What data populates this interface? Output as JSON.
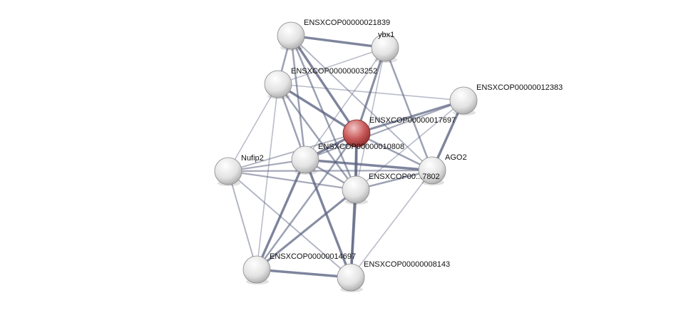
{
  "network": {
    "colors": {
      "edge": "#5a6280",
      "node": "#e6e6e6",
      "query_node": "#c0504d"
    },
    "nodes": [
      {
        "id": "n1",
        "label": "ENSXCOP00000021839"
      },
      {
        "id": "n2",
        "label": "ybx1"
      },
      {
        "id": "n3",
        "label": "ENSXCOP00000003252"
      },
      {
        "id": "n4",
        "label": "ENSXCOP00000012383"
      },
      {
        "id": "n5",
        "label": "ENSXCOP00000017697",
        "query": true
      },
      {
        "id": "n6",
        "label": "ENSXCOP00000010808"
      },
      {
        "id": "n7",
        "label": "Nufip2"
      },
      {
        "id": "n8",
        "label": "AGO2"
      },
      {
        "id": "n9",
        "label": "ENSXCOP00...7802"
      },
      {
        "id": "n10",
        "label": "ENSXCOP00000014697"
      },
      {
        "id": "n11",
        "label": "ENSXCOP00000008143"
      }
    ],
    "edges": [
      [
        "n1",
        "n2",
        0.8
      ],
      [
        "n1",
        "n3",
        0.5
      ],
      [
        "n1",
        "n5",
        0.8
      ],
      [
        "n1",
        "n6",
        0.5
      ],
      [
        "n1",
        "n9",
        0.5
      ],
      [
        "n1",
        "n8",
        0.3
      ],
      [
        "n2",
        "n3",
        0.2
      ],
      [
        "n2",
        "n5",
        0.7
      ],
      [
        "n2",
        "n6",
        0.2
      ],
      [
        "n2",
        "n8",
        0.5
      ],
      [
        "n2",
        "n9",
        0.2
      ],
      [
        "n3",
        "n5",
        0.8
      ],
      [
        "n3",
        "n6",
        0.5
      ],
      [
        "n3",
        "n7",
        0.2
      ],
      [
        "n3",
        "n4",
        0.2
      ],
      [
        "n3",
        "n9",
        0.5
      ],
      [
        "n3",
        "n10",
        0.2
      ],
      [
        "n4",
        "n5",
        0.7
      ],
      [
        "n4",
        "n8",
        0.8
      ],
      [
        "n4",
        "n6",
        0.4
      ],
      [
        "n4",
        "n9",
        0.2
      ],
      [
        "n5",
        "n6",
        0.8
      ],
      [
        "n5",
        "n7",
        0.3
      ],
      [
        "n5",
        "n8",
        0.5
      ],
      [
        "n5",
        "n9",
        0.9
      ],
      [
        "n5",
        "n10",
        0.5
      ],
      [
        "n5",
        "n11",
        0.3
      ],
      [
        "n6",
        "n7",
        0.4
      ],
      [
        "n6",
        "n8",
        0.8
      ],
      [
        "n6",
        "n9",
        0.5
      ],
      [
        "n6",
        "n10",
        0.8
      ],
      [
        "n6",
        "n11",
        0.8
      ],
      [
        "n7",
        "n8",
        0.4
      ],
      [
        "n7",
        "n9",
        0.4
      ],
      [
        "n7",
        "n10",
        0.3
      ],
      [
        "n7",
        "n11",
        0.3
      ],
      [
        "n8",
        "n9",
        0.5
      ],
      [
        "n8",
        "n11",
        0.2
      ],
      [
        "n9",
        "n10",
        0.7
      ],
      [
        "n9",
        "n11",
        0.9
      ],
      [
        "n10",
        "n11",
        0.8
      ]
    ]
  }
}
